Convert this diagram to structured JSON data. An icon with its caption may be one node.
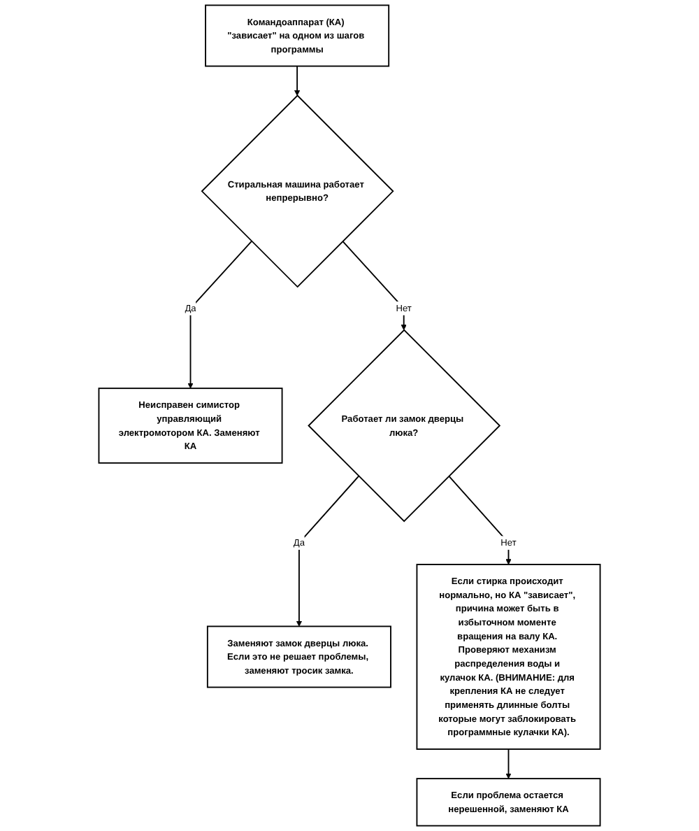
{
  "diagram": {
    "nodes": [
      {
        "text": [
          "Командоаппарат (КА) \"зависает\" на одном из шагов программы"
        ]
      },
      {
        "text": [
          "Стиральная машина работает непрерывно?"
        ]
      },
      {
        "text": [
          "Неисправен симистор управляющий электромотором КА. Заменяют КА"
        ]
      },
      {
        "text": [
          "Работает ли замок дверцы люка?"
        ]
      },
      {
        "text": [
          "Заменяют замок дверцы люка. Если это не решает проблемы, заменяют тросик замка."
        ]
      },
      {
        "text": [
          "Если стирка происходит нормально, но КА \"зависает\", причина может быть в избыточном моменте вращения на валу КА. Проверяют механизм распределения воды и кулачок КА. (ВНИМАНИЕ: для крепления КА не следует применять длинные болты которые могут заблокировать программные кулачки КА)."
        ]
      },
      {
        "text": [
          "Если проблема остается нерешенной, заменяют КА"
        ]
      }
    ],
    "edges": [
      {
        "from": 0,
        "to": 1,
        "arrow": "to"
      },
      {
        "from": 1,
        "to": 2,
        "label": "Да",
        "arrow": "to"
      },
      {
        "from": 1,
        "to": 3,
        "label": "Нет",
        "arrow": "to"
      },
      {
        "from": 3,
        "to": 4,
        "label": "Да",
        "arrow": "to"
      },
      {
        "from": 3,
        "to": 5,
        "label": "Нет",
        "arrow": "to"
      },
      {
        "from": 5,
        "to": 6,
        "arrow": "to"
      }
    ]
  }
}
